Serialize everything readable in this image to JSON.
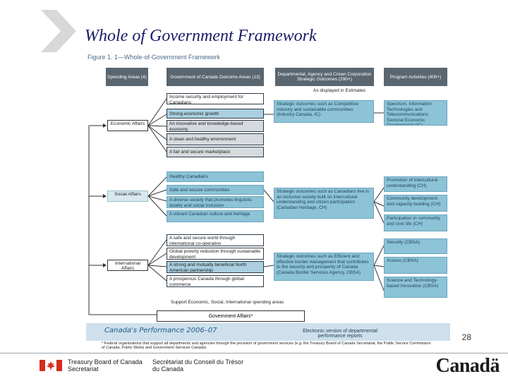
{
  "slide": {
    "title": "Whole of Government Framework",
    "page_number": "28"
  },
  "figure": {
    "caption": "Figure 1. 1—Whole-of-Government Framework",
    "headers": {
      "spending_areas": "Spending Areas (4)",
      "outcome_areas": "Government of Canada Outcome Areas (13)",
      "strategic_outcomes": "Departmental, Agency and Crown Corporation Strategic Outcomes (290+)",
      "program_activities": "Program Activities (400+)"
    },
    "as_displayed": "As displayed in Estimates",
    "spending_areas": {
      "economic": "Economic Affairs",
      "social": "Social Affairs",
      "international": "International Affairs"
    },
    "outcomes": {
      "economic": [
        "Income security and employment for Canadians",
        "Strong economic growth",
        "An innovative and knowledge-based economy",
        "A clean and healthy environment",
        "A fair and secure marketplace"
      ],
      "social": [
        "Healthy Canadians",
        "Safe and secure communities",
        "A diverse society that promotes linguistic duality and social inclusion",
        "A vibrant Canadian culture and heritage"
      ],
      "international": [
        "A safe and secure world through international co-operation",
        "Global poverty reduction through sustainable development",
        "A strong and mutually beneficial North American partnership",
        "A prosperous Canada through global commerce"
      ]
    },
    "strategic": {
      "economic": "Strategic outcomes such as Competitive industry and sustainable communities (Industry Canada, IC)",
      "social": "Strategic outcomes such as Canadians live in an inclusive society built on intercultural understanding and citizen participation (Canadian Heritage, CH)",
      "international": "Strategic outcomes such as Efficient and effective border management that contributes to the security and prosperity of Canada (Canada Border Services Agency, CBSA)"
    },
    "activities": {
      "economic": "Spectrum, Information Technologies and Telecommunications Sectoral Economic Development (IC)",
      "social": [
        "Promotion of intercultural understanding (CH)",
        "Community development and capacity building (CH)",
        "Participation in community and civic life (CH)"
      ],
      "international": [
        "Security (CBSA)",
        "Access (CBSA)",
        "Science and Technology-based Innovation (CBSA)"
      ]
    },
    "support_note": "Support Economic, Social, International spending areas",
    "government_affairs": "Government Affairs*",
    "performance_title": "Canada's Performance 2006–07",
    "electronic_version": "Electronic version of departmental performance reports",
    "footnote": "* Federal organizations that support all departments and agencies through the provision of government services (e.g. the Treasury Board of Canada Secretariat, the Public Service Commission of Canada, Public Works and Government Services Canada)."
  },
  "footer": {
    "dept_en_line1": "Treasury Board of Canada",
    "dept_en_line2": "Secretariat",
    "dept_fr_line1": "Secrétariat du Conseil du Trésor",
    "dept_fr_line2": "du Canada",
    "wordmark": "Canadä"
  },
  "colors": {
    "title": "#1a1a66",
    "header_grey": "#5a6670",
    "teal": "#8cc3d6",
    "flag_red": "#d52b1e"
  }
}
